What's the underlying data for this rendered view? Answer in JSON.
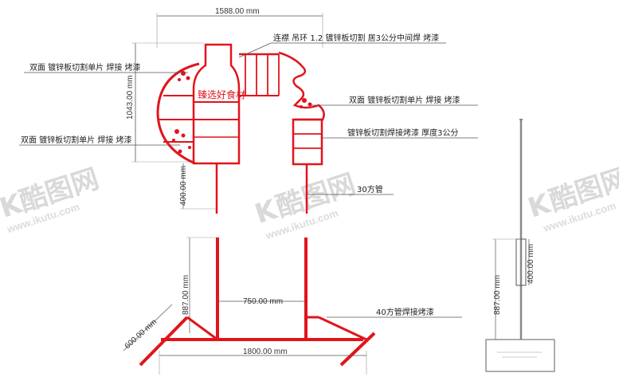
{
  "colors": {
    "frame_red": "#e1141c",
    "line_gray": "#555555",
    "watermark": "#d9d9d9"
  },
  "top_view": {
    "dim_width": "1588.00 mm",
    "dim_height": "1043.00 mm",
    "dim_post": "400.00 mm",
    "sign_text": "臻选好食材",
    "notes": {
      "top": "连襟  吊环  1.2 镀锌板切割 居3公分中间焊  烤漆",
      "left_upper": "双面  镀锌板切割单片 焊接 烤漆",
      "left_lower": "双面  镀锌板切割单片 焊接 烤漆",
      "right_upper": "双面  镀锌板切割单片 焊接 烤漆",
      "right_mid": "镀锌板切割焊接烤漆  厚度3公分",
      "post": "30方管"
    }
  },
  "frame_view": {
    "dim_height": "887.00 mm",
    "dim_inner": "750.00 mm",
    "dim_depth": "600.00 mm",
    "dim_width": "1800.00 mm",
    "note": "40方管焊接烤漆"
  },
  "side_view": {
    "dim_height": "887.00 mm",
    "dim_top": "400.00 mm"
  },
  "watermark": {
    "brand": "酷图网",
    "url": "www.ikutu.com",
    "icons": [
      "k-logo-icon"
    ]
  }
}
